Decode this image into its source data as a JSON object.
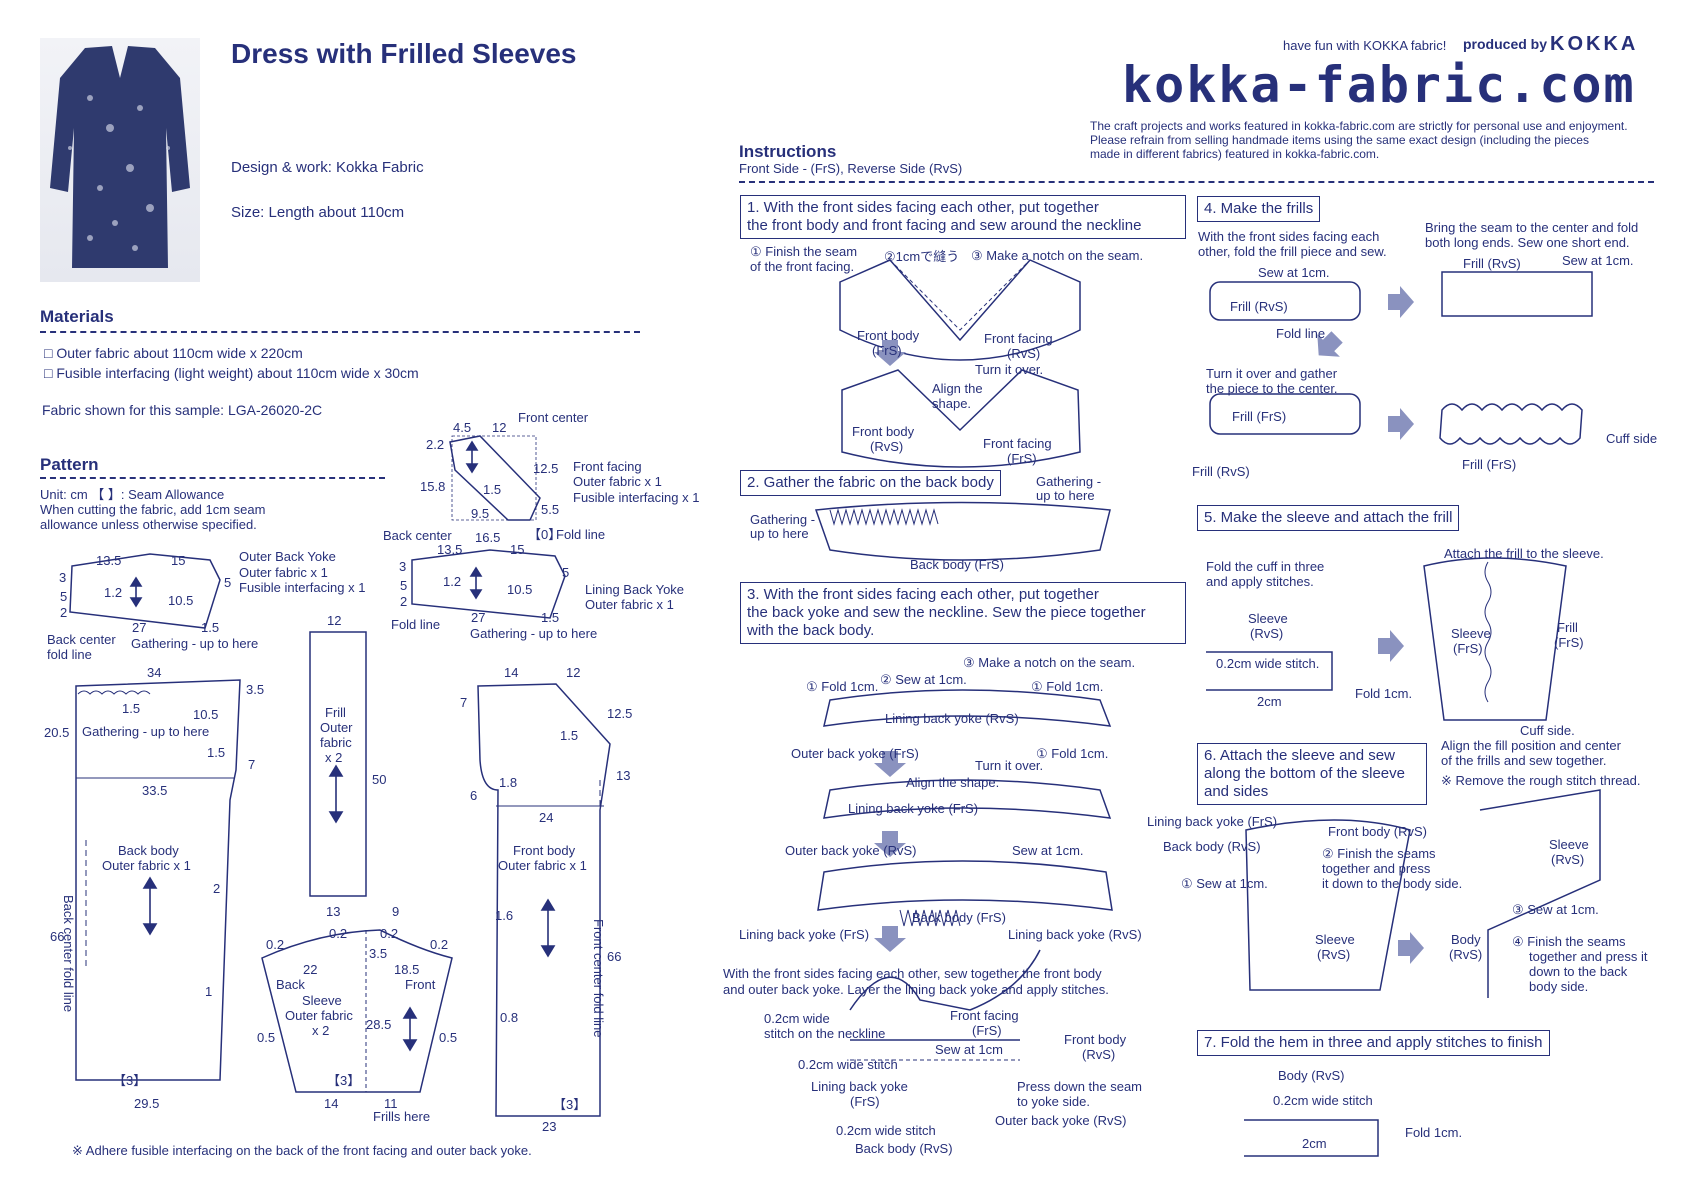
{
  "header": {
    "title": "Dress with Frilled Sleeves",
    "design_work": "Design & work: Kokka Fabric",
    "size": "Size: Length about 110cm",
    "tagline": "have fun with KOKKA fabric!",
    "produced_by": "produced by",
    "kokka_logo": "KOKKA",
    "site": "kokka-fabric.com",
    "notice": [
      "The craft projects and works featured in kokka-fabric.com are strictly for personal use and enjoyment.",
      "Please refrain from selling handmade items using the same exact design (including the pieces",
      "made in different fabrics) featured in kokka-fabric.com."
    ]
  },
  "materials": {
    "heading": "Materials",
    "items": [
      "Outer fabric  about 110cm wide x 220cm",
      "Fusible interfacing (light weight)  about 110cm wide x 30cm"
    ],
    "sample": "Fabric shown for this sample: LGA-26020-2C"
  },
  "pattern": {
    "heading": "Pattern",
    "notes": [
      "Unit: cm  【  】: Seam Allowance",
      "When cutting the fabric, add 1cm seam",
      "allowance unless otherwise specified."
    ],
    "footnote": "※ Adhere fusible interfacing on the back of the front facing and outer back yoke.",
    "front_facing": {
      "labels": [
        "Front center",
        "Front facing",
        "Outer fabric x 1",
        "Fusible interfacing x 1",
        "Fold line"
      ],
      "dims": [
        "4.5",
        "12",
        "2.2",
        "15.8",
        "1.5",
        "12.5",
        "9.5",
        "5.5",
        "16.5",
        "【0】"
      ]
    },
    "outer_back_yoke": {
      "labels": [
        "Outer Back Yoke",
        "Outer fabric x 1",
        "Fusible interfacing x 1",
        "Back center",
        "fold line",
        "Gathering - up to here"
      ],
      "dims": [
        "13.5",
        "15",
        "3",
        "1.2",
        "10.5",
        "5",
        "5",
        "2",
        "27",
        "1.5"
      ]
    },
    "lining_back_yoke": {
      "labels": [
        "Back center",
        "Lining Back Yoke",
        "Outer fabric x 1",
        "Fold line",
        "Gathering - up to here"
      ],
      "dims": [
        "13.5",
        "15",
        "3",
        "1.2",
        "10.5",
        "5",
        "5",
        "2",
        "27",
        "1.5"
      ]
    },
    "back_body": {
      "labels": [
        "Back body",
        "Outer fabric x 1",
        "Back center fold line",
        "Gathering - up to here"
      ],
      "dims": [
        "34",
        "3.5",
        "1.5",
        "10.5",
        "20.5",
        "1.5",
        "7",
        "33.5",
        "2",
        "66",
        "1",
        "【3】",
        "29.5"
      ]
    },
    "frill": {
      "labels": [
        "Frill",
        "Outer",
        "fabric",
        "x 2"
      ],
      "dims": [
        "12",
        "50"
      ]
    },
    "sleeve": {
      "labels": [
        "Back",
        "Front",
        "Sleeve",
        "Outer fabric",
        "x 2",
        "Frills here"
      ],
      "dims": [
        "13",
        "9",
        "0.2",
        "0.2",
        "0.2",
        "0.2",
        "22",
        "3.5",
        "18.5",
        "28.5",
        "0.5",
        "0.5",
        "【3】",
        "14",
        "11"
      ]
    },
    "front_body": {
      "labels": [
        "Front body",
        "Outer fabric x 1",
        "Front center fold line"
      ],
      "dims": [
        "14",
        "12",
        "7",
        "12.5",
        "1.5",
        "13",
        "1.8",
        "6",
        "24",
        "1.6",
        "66",
        "0.8",
        "【3】",
        "23"
      ]
    }
  },
  "instructions": {
    "heading": "Instructions",
    "legend": "Front Side - (FrS), Reverse Side (RvS)",
    "step1": {
      "title": [
        "1. With the front sides facing each other, put together",
        "the front body and front facing and sew around the neckline"
      ],
      "labels": [
        "① Finish the seam",
        "of the front facing.",
        "②1cmで縫う",
        "③ Make a notch on the seam.",
        "Front body",
        "(FrS)",
        "Front facing",
        "(RvS)",
        "Turn it over.",
        "Align the",
        "shape.",
        "Front body",
        "(RvS)",
        "Front facing",
        "(FrS)"
      ]
    },
    "step2": {
      "title": "2. Gather the fabric on the back body",
      "labels": [
        "Gathering -",
        "up to here",
        "Gathering -",
        "up to here",
        "Back body (FrS)"
      ]
    },
    "step3": {
      "title": [
        "3. With the front sides facing each other, put together",
        "the back yoke and sew the neckline. Sew the piece together",
        "with the back body."
      ],
      "labels": [
        "③ Make a notch on the seam.",
        "① Fold 1cm.",
        "② Sew at 1cm.",
        "① Fold 1cm.",
        "Lining back yoke (RvS)",
        "Outer back yoke (FrS)",
        "① Fold 1cm.",
        "Turn it over.",
        "Align the shape.",
        "Lining back yoke (FrS)",
        "Outer back yoke (RvS)",
        "Sew at 1cm.",
        "Back body (FrS)",
        "Lining back yoke (FrS)",
        "Lining back yoke (RvS)"
      ],
      "note": [
        "With the front sides facing each other, sew together the front body",
        "and outer back yoke. Layer the lining back yoke and apply stitches."
      ],
      "detail_labels": [
        "0.2cm wide",
        "stitch on the neckline",
        "Front facing",
        "(FrS)",
        "Front body",
        "(RvS)",
        "Sew at 1cm",
        "0.2cm wide stitch",
        "Lining back yoke",
        "(FrS)",
        "Press down the seam",
        "to yoke side.",
        "Outer back yoke (RvS)",
        "0.2cm wide stitch",
        "Back body (RvS)"
      ]
    },
    "step4": {
      "title": "4. Make the frills",
      "text_a": [
        "With the front sides facing each",
        "other, fold the frill piece and sew."
      ],
      "text_b": [
        "Bring the seam to the center and fold",
        "both long ends. Sew one short end."
      ],
      "text_c": [
        "Turn it over and gather",
        "the piece to the center."
      ],
      "labels": [
        "Sew at 1cm.",
        "Frill (RvS)",
        "Fold line",
        "Frill (RvS)",
        "Sew at 1cm.",
        "Frill (FrS)",
        "Frill (RvS)",
        "Frill (FrS)",
        "Cuff side"
      ]
    },
    "step5": {
      "title": "5. Make the sleeve and attach the frill",
      "text_a": [
        "Fold the cuff in three",
        "and apply stitches."
      ],
      "text_b": "Attach the frill to the sleeve.",
      "labels": [
        "Sleeve",
        "(RvS)",
        "0.2cm wide stitch.",
        "Fold 1cm.",
        "2cm",
        "Sleeve",
        "(FrS)",
        "Frill",
        "(FrS)",
        "Cuff side."
      ],
      "note": [
        "Align the fill position and center",
        "of the frills and sew together.",
        "※ Remove the rough stitch thread."
      ]
    },
    "step6": {
      "title": [
        "6. Attach the sleeve and sew",
        "along the bottom of the sleeve",
        "and sides"
      ],
      "labels": [
        "Lining back yoke (FrS)",
        "Back body (RvS)",
        "Front body (RvS)",
        "② Finish the seams",
        "together and press",
        "it down to the body side.",
        "① Sew at 1cm.",
        "Sleeve",
        "(RvS)",
        "Sleeve",
        "(RvS)",
        "③ Sew at 1cm.",
        "Body",
        "(RvS)",
        "④ Finish the seams",
        "together and press it",
        "down to the back",
        "body side."
      ]
    },
    "step7": {
      "title": "7. Fold the hem in three and apply stitches to finish",
      "labels": [
        "Body (RvS)",
        "0.2cm wide stitch",
        "Fold 1cm.",
        "2cm"
      ]
    }
  },
  "colors": {
    "ink": "#27307a",
    "arrow": "#8a92bf",
    "fill_light": "#ffffff"
  }
}
